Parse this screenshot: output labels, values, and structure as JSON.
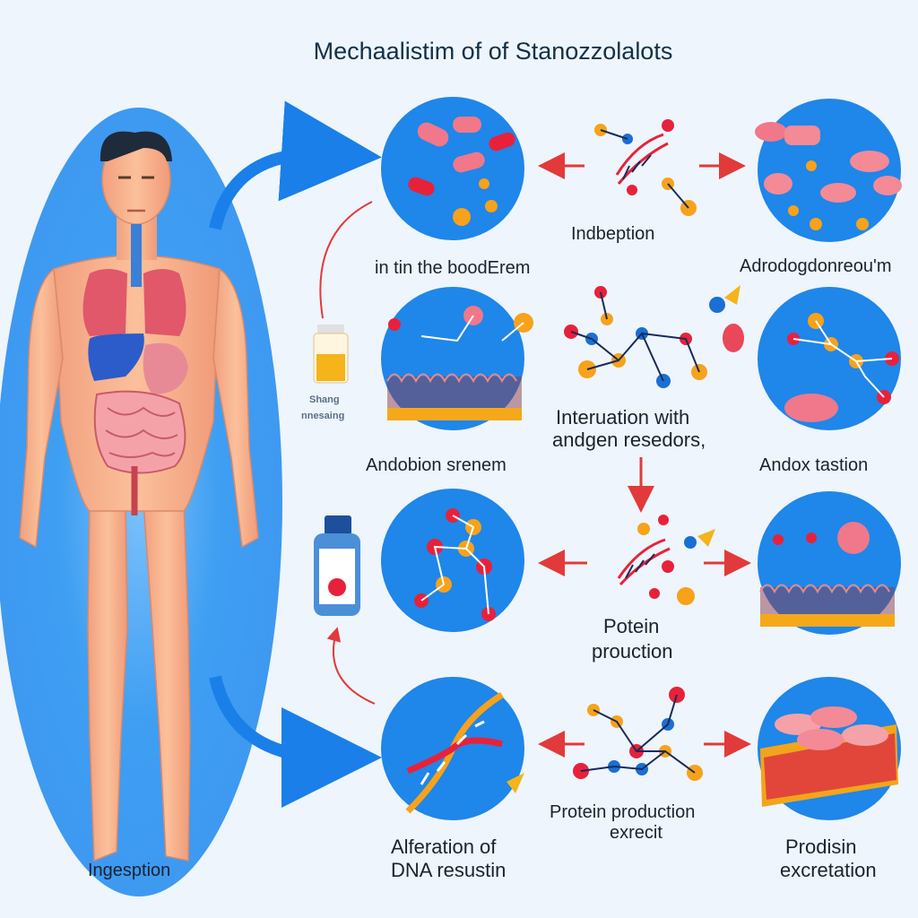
{
  "title": "Mechaalistim of of Stanozzolalots",
  "labels": {
    "indbeption": "Indbeption",
    "in_the_boodErem": "in tin the boodErem",
    "adrodogdon": "Adrodogdonreou'm",
    "shang": "Shang",
    "nnessing": "nnesaing",
    "anbobion": "Andobion srenem",
    "interuation_1": "Interuation with",
    "interuation_2": "andgen resedors,",
    "andox": "Andox tastion",
    "potein_1": "Potein",
    "potein_2": "prouction",
    "protein_exrecit_1": "Protein production",
    "protein_exrecit_2": "exrecit",
    "alferation_1": "Alferation of",
    "alferation_2": "DNA resustin",
    "prodisin_1": "Prodisin",
    "prodisin_2": "excretation",
    "ingesption": "Ingesption"
  },
  "colors": {
    "background": "#eef5fc",
    "body_glow": "#2a8ff0",
    "circle_blue": "#1f86ea",
    "arrow_red": "#e23a3a",
    "arrow_blue": "#1a7fe8",
    "skin": "#f7b48e",
    "pill_pink": "#f0788a",
    "atom_red": "#e8213a",
    "atom_orange": "#f7a21a",
    "atom_blue": "#1a6fd4"
  }
}
